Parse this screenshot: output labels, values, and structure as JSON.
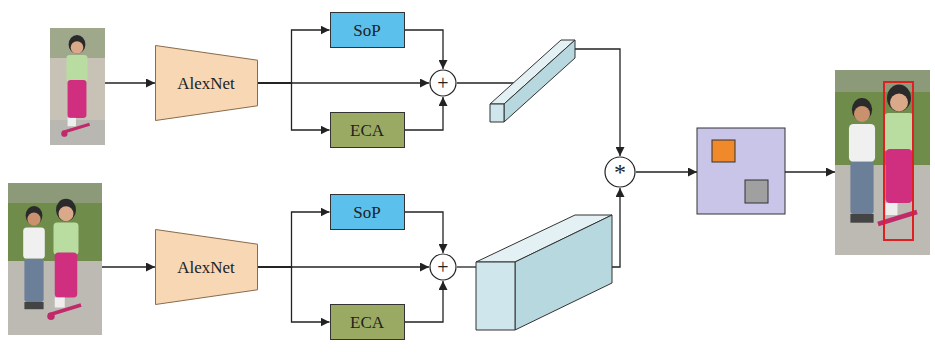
{
  "diagram": {
    "nodes": [
      {
        "text": [
          "AlexNet"
        ]
      },
      {
        "text": [
          "SoP"
        ]
      },
      {
        "text": [
          "+"
        ]
      },
      {
        "text": [
          "ECA"
        ]
      },
      {
        "text": [
          "AlexNet"
        ]
      },
      {
        "text": [
          "SoP"
        ]
      },
      {
        "text": [
          "+"
        ]
      },
      {
        "text": [
          "ECA"
        ]
      },
      {
        "text": [
          "*"
        ]
      }
    ],
    "edges": [
      {
        "from": 0,
        "to": 1,
        "arrow": "to"
      },
      {
        "from": 0,
        "to": 2,
        "arrow": "to"
      },
      {
        "from": 0,
        "to": 3,
        "arrow": "to"
      },
      {
        "from": 1,
        "to": 2,
        "arrow": "to"
      },
      {
        "from": 3,
        "to": 2,
        "arrow": "to"
      },
      {
        "from": 4,
        "to": 5,
        "arrow": "to"
      },
      {
        "from": 4,
        "to": 6,
        "arrow": "to"
      },
      {
        "from": 4,
        "to": 7,
        "arrow": "to"
      },
      {
        "from": 5,
        "to": 6,
        "arrow": "to"
      },
      {
        "from": 7,
        "to": 6,
        "arrow": "to"
      }
    ]
  }
}
